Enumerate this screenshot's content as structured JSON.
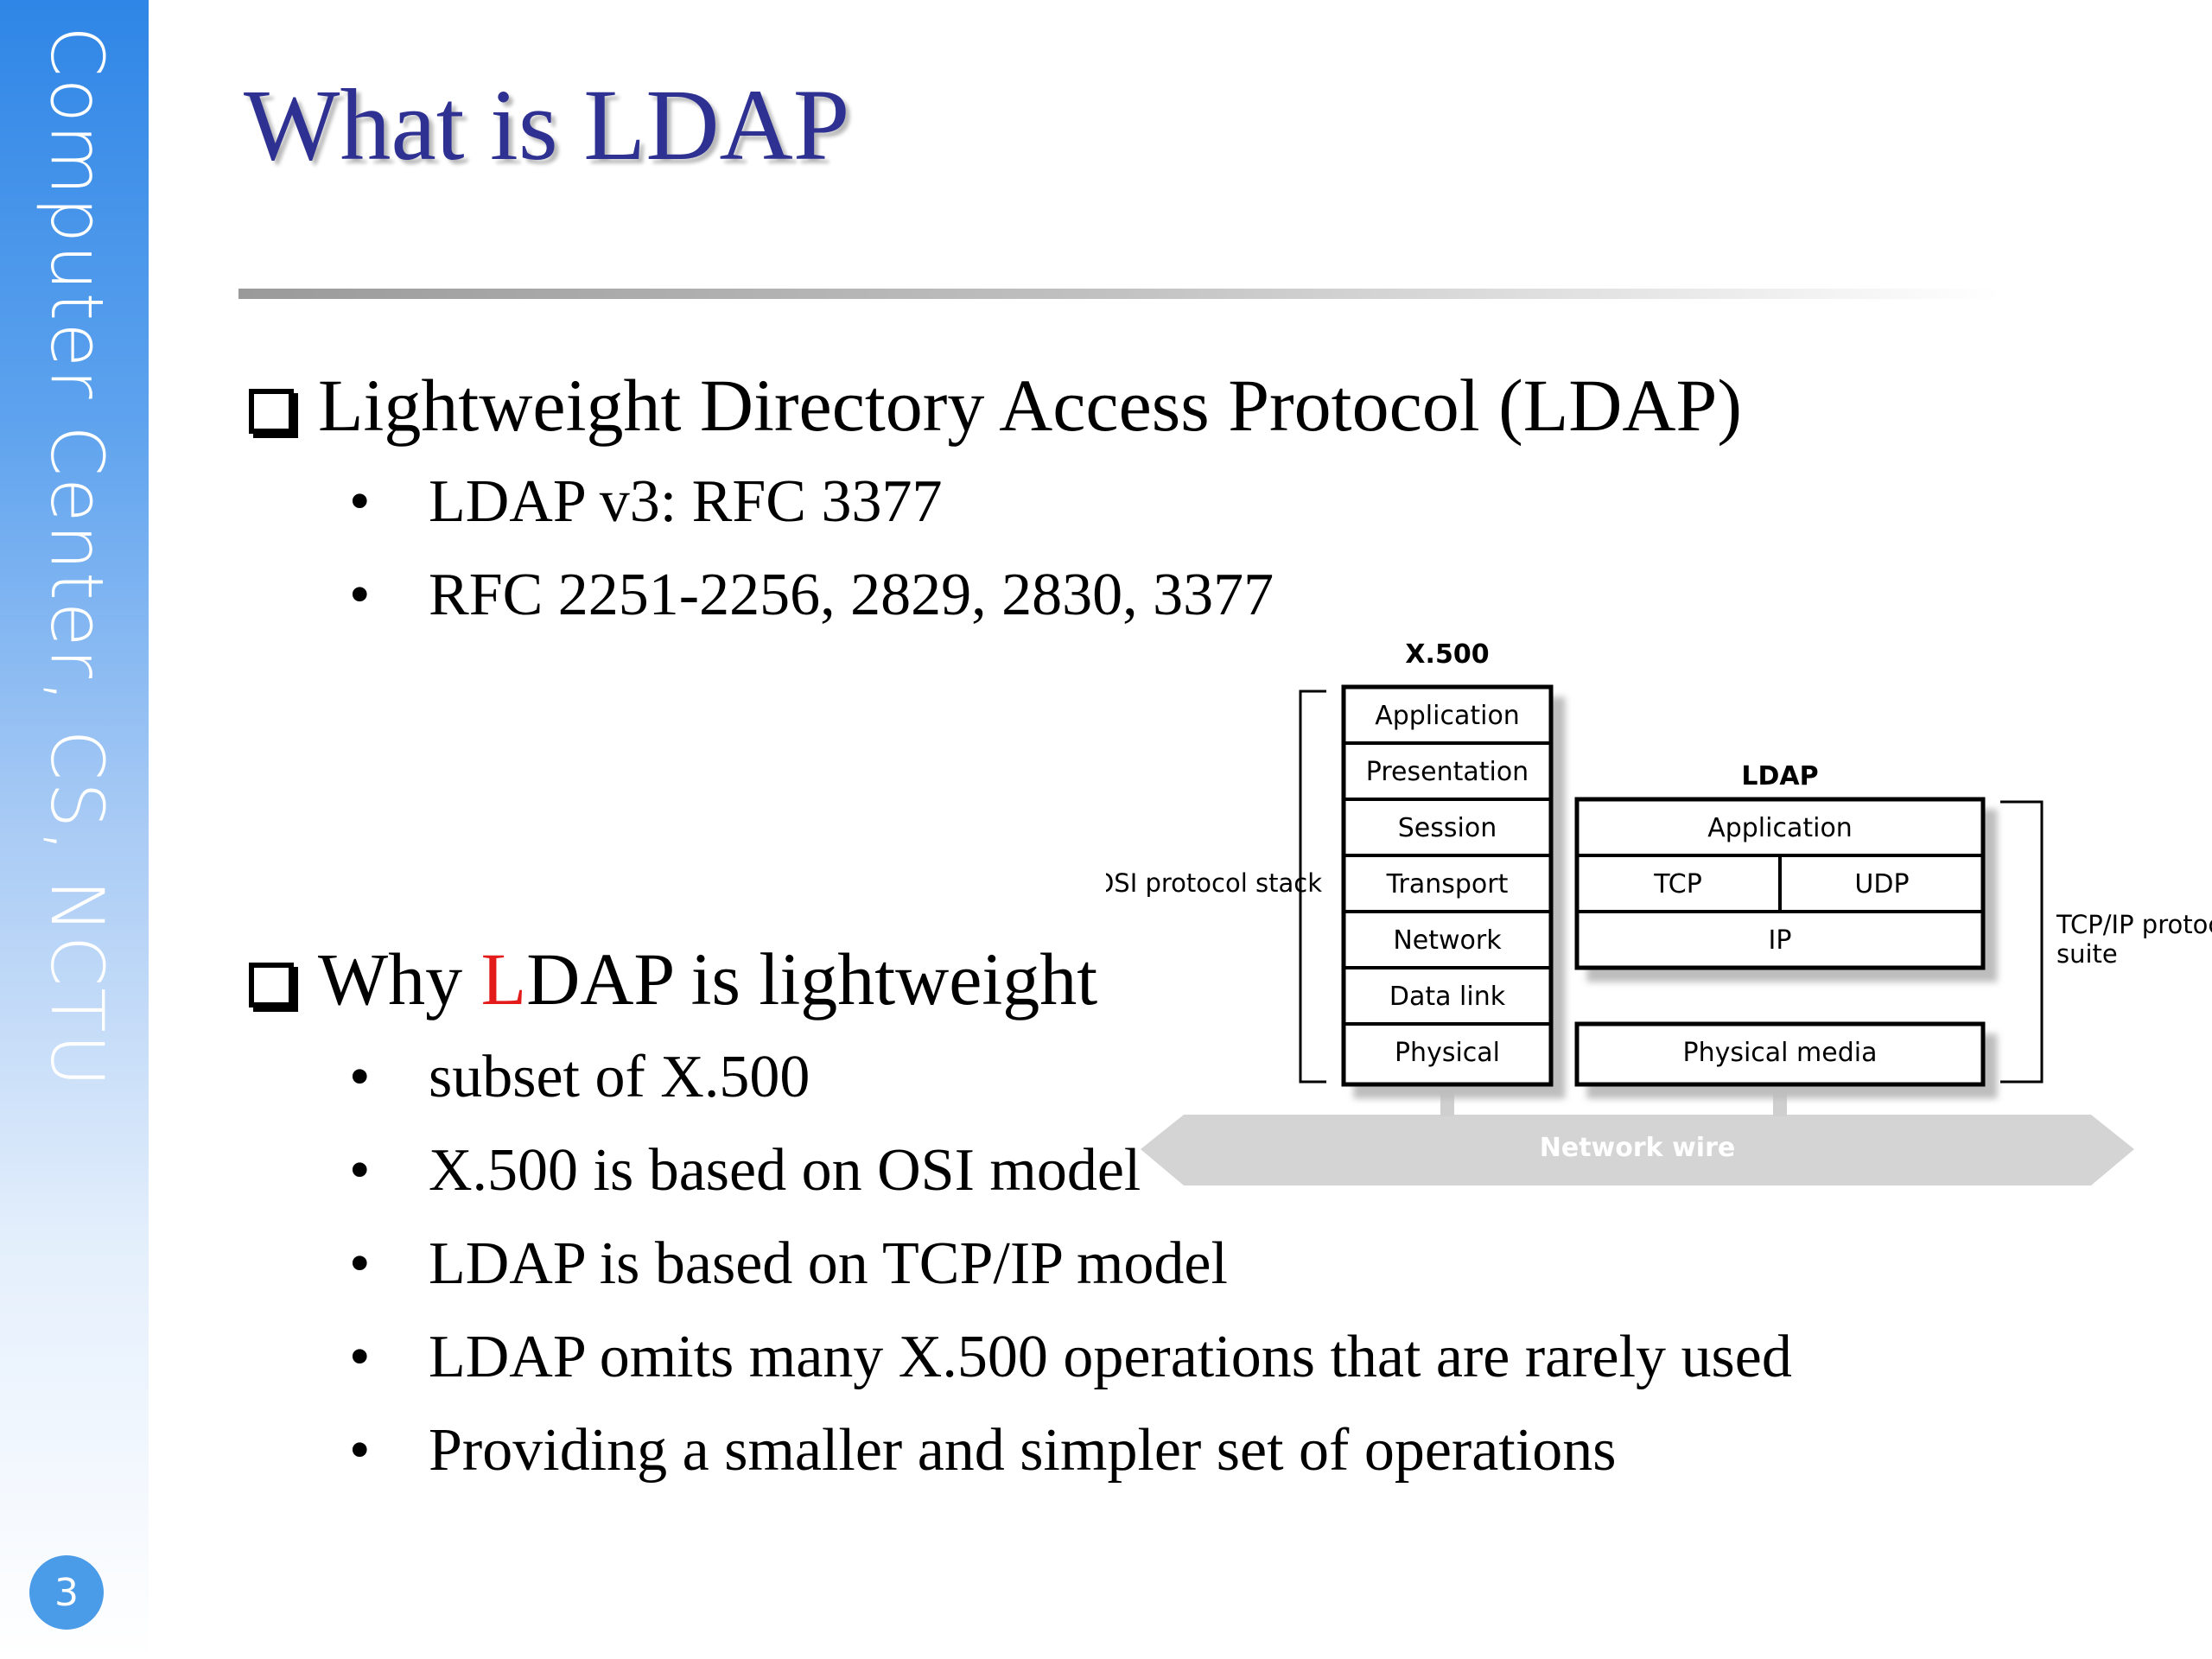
{
  "sidebar": {
    "vertical_label": "Computer Center, CS, NCTU",
    "page_number": "3"
  },
  "title": "What is LDAP",
  "section1": {
    "heading": "Lightweight Directory Access Protocol (LDAP)",
    "items": [
      "LDAP v3: RFC 3377",
      "RFC 2251-2256, 2829, 2830, 3377"
    ]
  },
  "section2": {
    "heading_first_letter": "L",
    "heading_prefix": "Why ",
    "heading_rest": "DAP is lightweight",
    "items": [
      "subset of X.500",
      "X.500 is based on OSI model",
      "LDAP is based on TCP/IP model",
      "LDAP omits many X.500 operations that are rarely used",
      "Providing a smaller and simpler set of operations"
    ]
  },
  "bullet_char": "•",
  "diagram": {
    "x500_title": "X.500",
    "osi_layers": [
      "Application",
      "Presentation",
      "Session",
      "Transport",
      "Network",
      "Data link",
      "Physical"
    ],
    "osi_label": "OSI protocol stack",
    "ldap_title": "LDAP",
    "ldap_application": "Application",
    "ldap_tcp": "TCP",
    "ldap_udp": "UDP",
    "ldap_ip": "IP",
    "physical_media": "Physical media",
    "tcpip_label_line1": "TCP/IP protocol",
    "tcpip_label_line2": "suite",
    "network_wire": "Network wire"
  },
  "colors": {
    "title": "#2e3192",
    "highlight": "#e31b1b",
    "sidebar_top": "#2f86e6"
  }
}
